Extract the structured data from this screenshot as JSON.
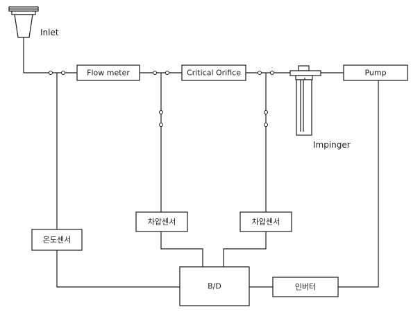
{
  "components": {
    "inlet_label": "Inlet",
    "flow_meter": "Flow meter",
    "critical_orifice": "Critical Orifice",
    "impinger_label": "Impinger",
    "pump": "Pump",
    "temp_sensor": "온도센서",
    "dp_sensor_left": "차압센서",
    "dp_sensor_right": "차압센서",
    "bd": "B/D",
    "inverter": "인버터"
  }
}
